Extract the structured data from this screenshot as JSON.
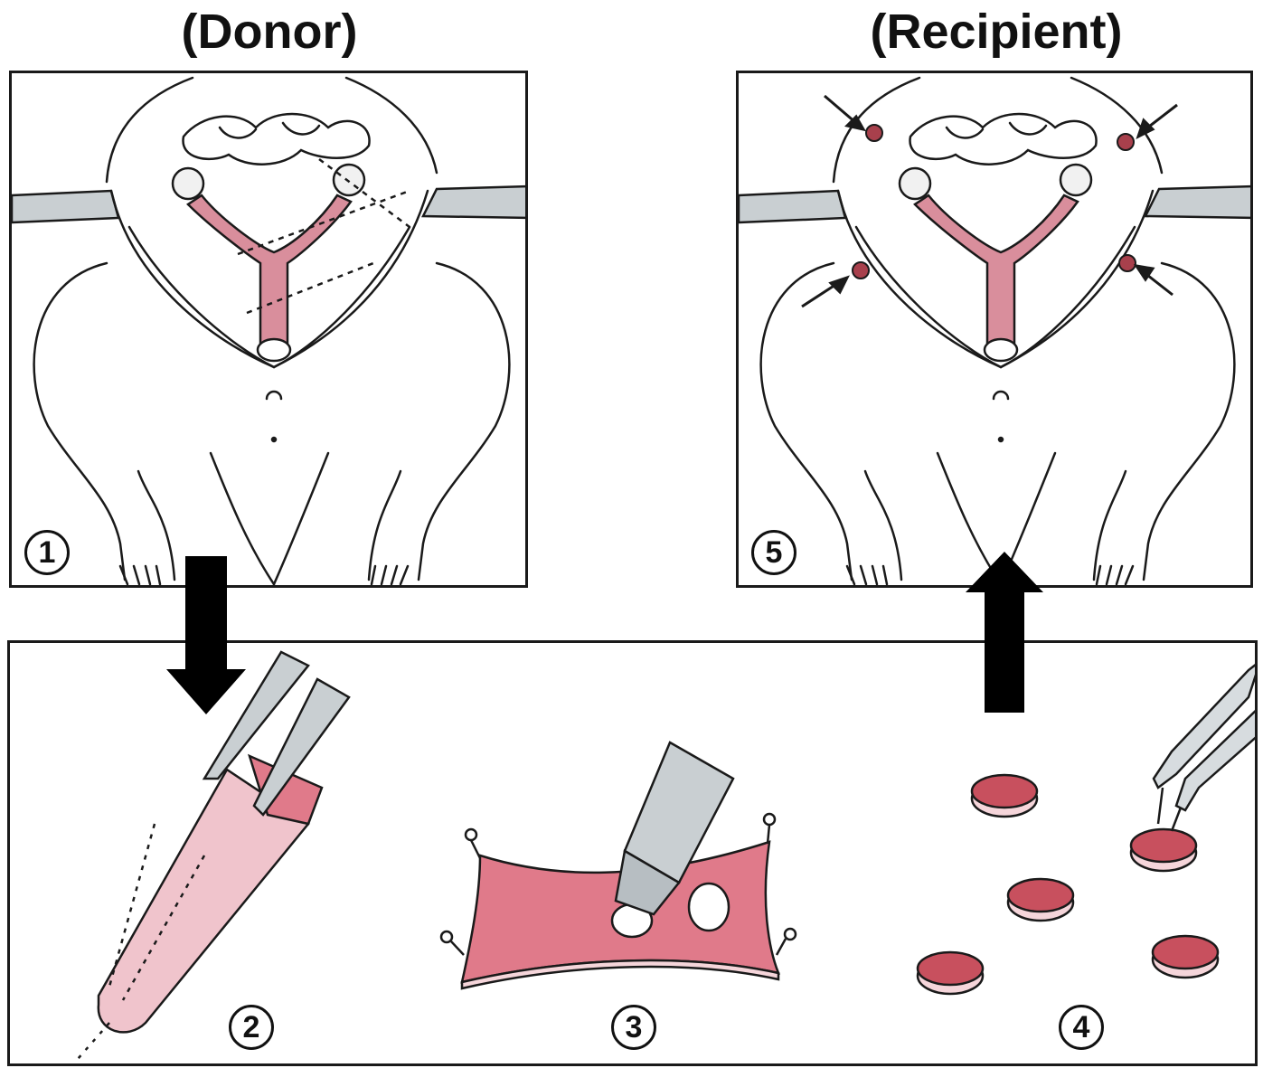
{
  "labels": {
    "donor": "(Donor)",
    "recipient": "(Recipient)"
  },
  "steps": [
    "1",
    "2",
    "3",
    "4",
    "5"
  ],
  "colors": {
    "uterus": "#d98e9c",
    "tissue": "#e07a8a",
    "disc": "#c8505e",
    "outline": "#1a1a1a",
    "clamp": "#c9cfd2",
    "arrow": "#000000"
  }
}
